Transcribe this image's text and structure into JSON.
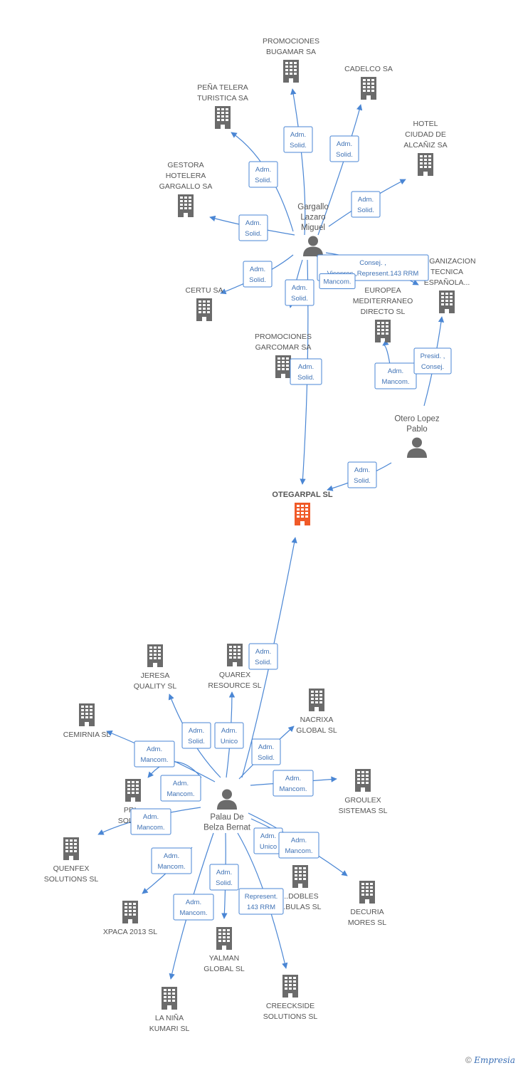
{
  "colors": {
    "edge": "#4a86d4",
    "label_border": "#4a86d4",
    "label_text": "#3f72b5",
    "node": "#6b6b6b",
    "focus": "#f05a28",
    "text": "#555555"
  },
  "nodes": [
    {
      "id": "otegarpal",
      "type": "company",
      "label": [
        "OTEGARPAL SL"
      ],
      "focus": true
    },
    {
      "id": "gargallo",
      "type": "person",
      "label": [
        "Gargallo",
        "Lazaro",
        "Miguel"
      ]
    },
    {
      "id": "otero",
      "type": "person",
      "label": [
        "Otero Lopez",
        "Pablo"
      ]
    },
    {
      "id": "palau",
      "type": "person",
      "label": [
        "Palau De",
        "Belza Bernat"
      ]
    },
    {
      "id": "bugamar",
      "type": "company",
      "label": [
        "PROMOCIONES",
        "BUGAMAR SA"
      ]
    },
    {
      "id": "cadelco",
      "type": "company",
      "label": [
        "CADELCO SA"
      ]
    },
    {
      "id": "penatelera",
      "type": "company",
      "label": [
        "PEÑA TELERA",
        "TURISTICA SA"
      ]
    },
    {
      "id": "hotelalcaniz",
      "type": "company",
      "label": [
        "HOTEL",
        "CIUDAD DE",
        "ALCAÑIZ SA"
      ]
    },
    {
      "id": "gestora",
      "type": "company",
      "label": [
        "GESTORA",
        "HOTELERA",
        "GARGALLO SA"
      ]
    },
    {
      "id": "organizacion",
      "type": "company",
      "label": [
        "ORGANIZACION",
        "TECNICA",
        "ESPAÑOLA..."
      ]
    },
    {
      "id": "europea",
      "type": "company",
      "label": [
        "EUROPEA",
        "MEDITERRANEO",
        "DIRECTO SL"
      ]
    },
    {
      "id": "certu",
      "type": "company",
      "label": [
        "CERTU SA"
      ]
    },
    {
      "id": "garcomar",
      "type": "company",
      "label": [
        "PROMOCIONES",
        "GARCOMAR SA"
      ]
    },
    {
      "id": "jeresa",
      "type": "company",
      "label": [
        "JERESA",
        "QUALITY  SL"
      ]
    },
    {
      "id": "quarex",
      "type": "company",
      "label": [
        "QUAREX",
        "RESOURCE  SL"
      ]
    },
    {
      "id": "nacrixa",
      "type": "company",
      "label": [
        "NACRIXA",
        "GLOBAL  SL"
      ]
    },
    {
      "id": "cemirnia",
      "type": "company",
      "label": [
        "CEMIRNIA SL"
      ]
    },
    {
      "id": "groulex",
      "type": "company",
      "label": [
        "GROULEX",
        "SISTEMAS  SL"
      ]
    },
    {
      "id": "pri",
      "type": "company",
      "label": [
        "PRI...",
        "SOLUT..."
      ]
    },
    {
      "id": "quenfex",
      "type": "company",
      "label": [
        "QUENFEX",
        "SOLUTIONS  SL"
      ]
    },
    {
      "id": "dobles",
      "type": "company",
      "label": [
        "...DOBLES",
        "...BULAS  SL"
      ]
    },
    {
      "id": "decuria",
      "type": "company",
      "label": [
        "DECURIA",
        "MORES SL"
      ]
    },
    {
      "id": "xpaca",
      "type": "company",
      "label": [
        "XPACA 2013  SL"
      ]
    },
    {
      "id": "yalman",
      "type": "company",
      "label": [
        "YALMAN",
        "GLOBAL  SL"
      ]
    },
    {
      "id": "creeckside",
      "type": "company",
      "label": [
        "CREECKSIDE",
        "SOLUTIONS SL"
      ]
    },
    {
      "id": "lanina",
      "type": "company",
      "label": [
        "LA NIÑA",
        "KUMARI SL"
      ]
    }
  ],
  "relations": [
    {
      "id": "r1",
      "label": [
        "Adm.",
        "Solid."
      ]
    },
    {
      "id": "r2",
      "label": [
        "Adm.",
        "Solid."
      ]
    },
    {
      "id": "r3",
      "label": [
        "Adm.",
        "Solid."
      ]
    },
    {
      "id": "r4",
      "label": [
        "Adm.",
        "Solid."
      ]
    },
    {
      "id": "r5",
      "label": [
        "Adm.",
        "Solid."
      ]
    },
    {
      "id": "r6",
      "label": [
        "Consej. ,",
        "Vicepres.,Represent.143 RRM"
      ]
    },
    {
      "id": "r6b",
      "label": [
        "Mancom."
      ]
    },
    {
      "id": "r7",
      "label": [
        "Adm.",
        "Solid."
      ]
    },
    {
      "id": "r8",
      "label": [
        "Adm.",
        "Solid."
      ]
    },
    {
      "id": "r9",
      "label": [
        "Adm.",
        "Solid."
      ]
    },
    {
      "id": "r10",
      "label": [
        "Adm.",
        "Mancom."
      ]
    },
    {
      "id": "r11",
      "label": [
        "Presid. ,",
        "Consej."
      ]
    },
    {
      "id": "r12",
      "label": [
        "Adm.",
        "Solid."
      ]
    },
    {
      "id": "p1",
      "label": [
        "Adm.",
        "Solid."
      ]
    },
    {
      "id": "p2",
      "label": [
        "Adm.",
        "Solid."
      ]
    },
    {
      "id": "p3",
      "label": [
        "Adm.",
        "Unico"
      ]
    },
    {
      "id": "p4",
      "label": [
        "Adm.",
        "Solid."
      ]
    },
    {
      "id": "p5",
      "label": [
        "Adm.",
        "Mancom."
      ]
    },
    {
      "id": "p6",
      "label": [
        "Adm.",
        "Mancom."
      ]
    },
    {
      "id": "p7",
      "label": [
        "Adm.",
        "Mancom."
      ]
    },
    {
      "id": "p8",
      "label": [
        "Adm.",
        "Mancom."
      ]
    },
    {
      "id": "p9",
      "label": [
        "Adm.",
        "Unico"
      ]
    },
    {
      "id": "p10",
      "label": [
        "Adm.",
        "Mancom."
      ]
    },
    {
      "id": "p11",
      "label": [
        "Adm.",
        "Mancom."
      ]
    },
    {
      "id": "p12",
      "label": [
        "Adm.",
        "Solid."
      ]
    },
    {
      "id": "p13",
      "label": [
        "Represent.",
        "143 RRM"
      ]
    },
    {
      "id": "p14",
      "label": [
        "Adm.",
        "Mancom."
      ]
    }
  ],
  "footer": {
    "copyright": "©",
    "brand": "Empresia"
  }
}
